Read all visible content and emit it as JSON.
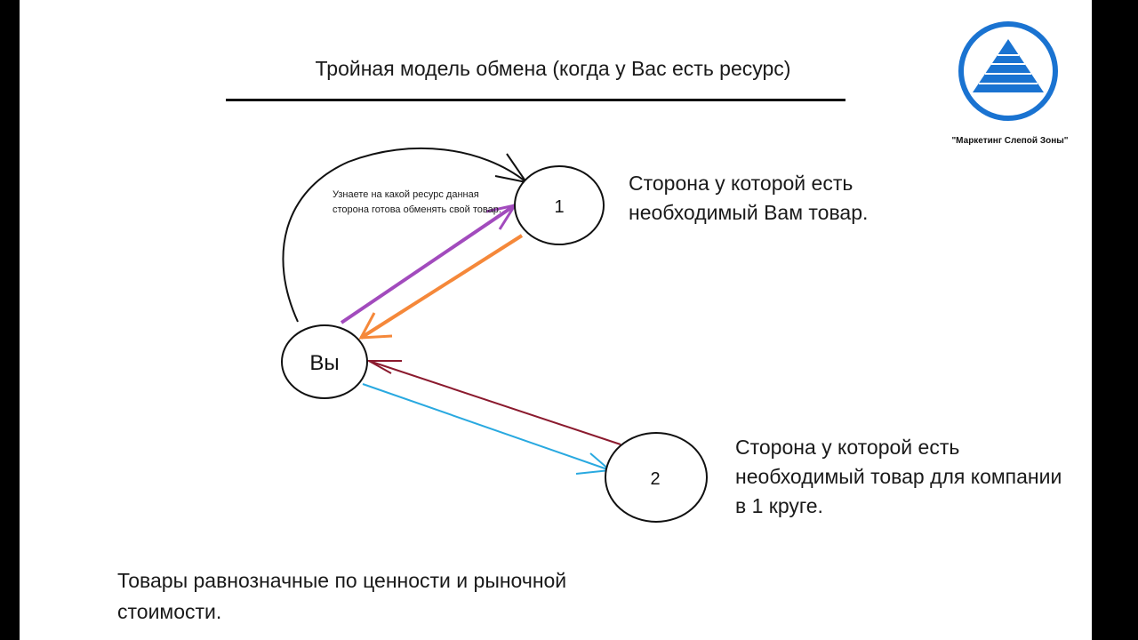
{
  "slide": {
    "title": "Тройная модель обмена (когда у Вас есть ресурс)",
    "logo_caption": "\"Маркетинг Слепой Зоны\"",
    "loop_note": "Узнаете на какой ресурс данная сторона готова обменять свой товар.",
    "bottom_note": "Товары равнозначные по ценности и рыночной стоимости."
  },
  "nodes": {
    "you": {
      "label": "Вы"
    },
    "party1": {
      "label": "1",
      "description": "Сторона у которой есть необходимый Вам товар."
    },
    "party2": {
      "label": "2",
      "description": "Сторона у которой есть необходимый товар для компании в 1 круге."
    }
  },
  "colors": {
    "logo_blue": "#1a73d1",
    "arrow_to_party1": "#a24bbd",
    "arrow_from_party1": "#f5883a",
    "arrow_from_party2": "#8b1a2e",
    "arrow_to_party2": "#29a9e0",
    "loop_arrow": "#111111"
  }
}
